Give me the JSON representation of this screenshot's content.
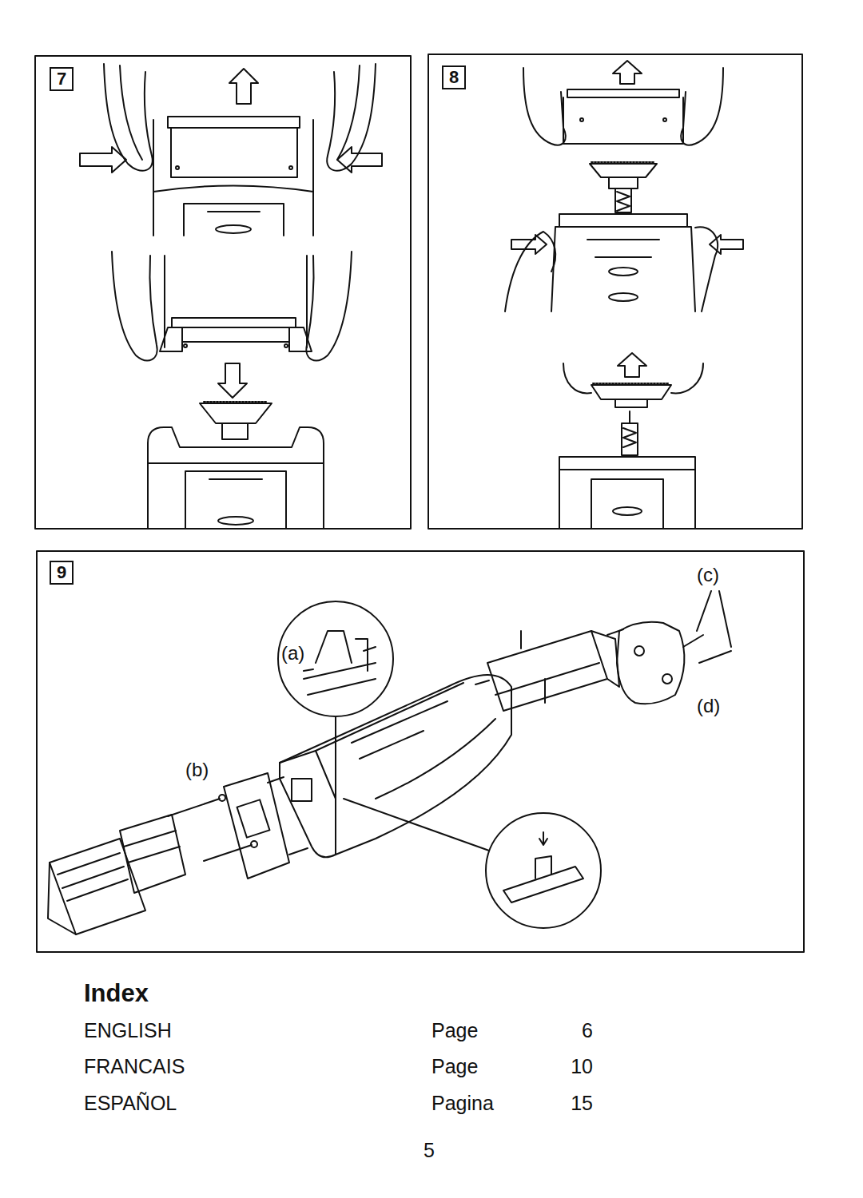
{
  "diagram": {
    "title": "Index",
    "nodes": [
      {
        "text": [
          "7"
        ]
      },
      {
        "text": [
          "8"
        ]
      },
      {
        "text": [
          "9"
        ]
      }
    ],
    "labels": [
      "(a)",
      "(b)",
      "(c)",
      "(d)",
      "ENGLISH",
      "Page",
      "6",
      "FRANCAIS",
      "Page",
      "10",
      "ESPAÑOL",
      "Pagina",
      "15",
      "5"
    ]
  }
}
